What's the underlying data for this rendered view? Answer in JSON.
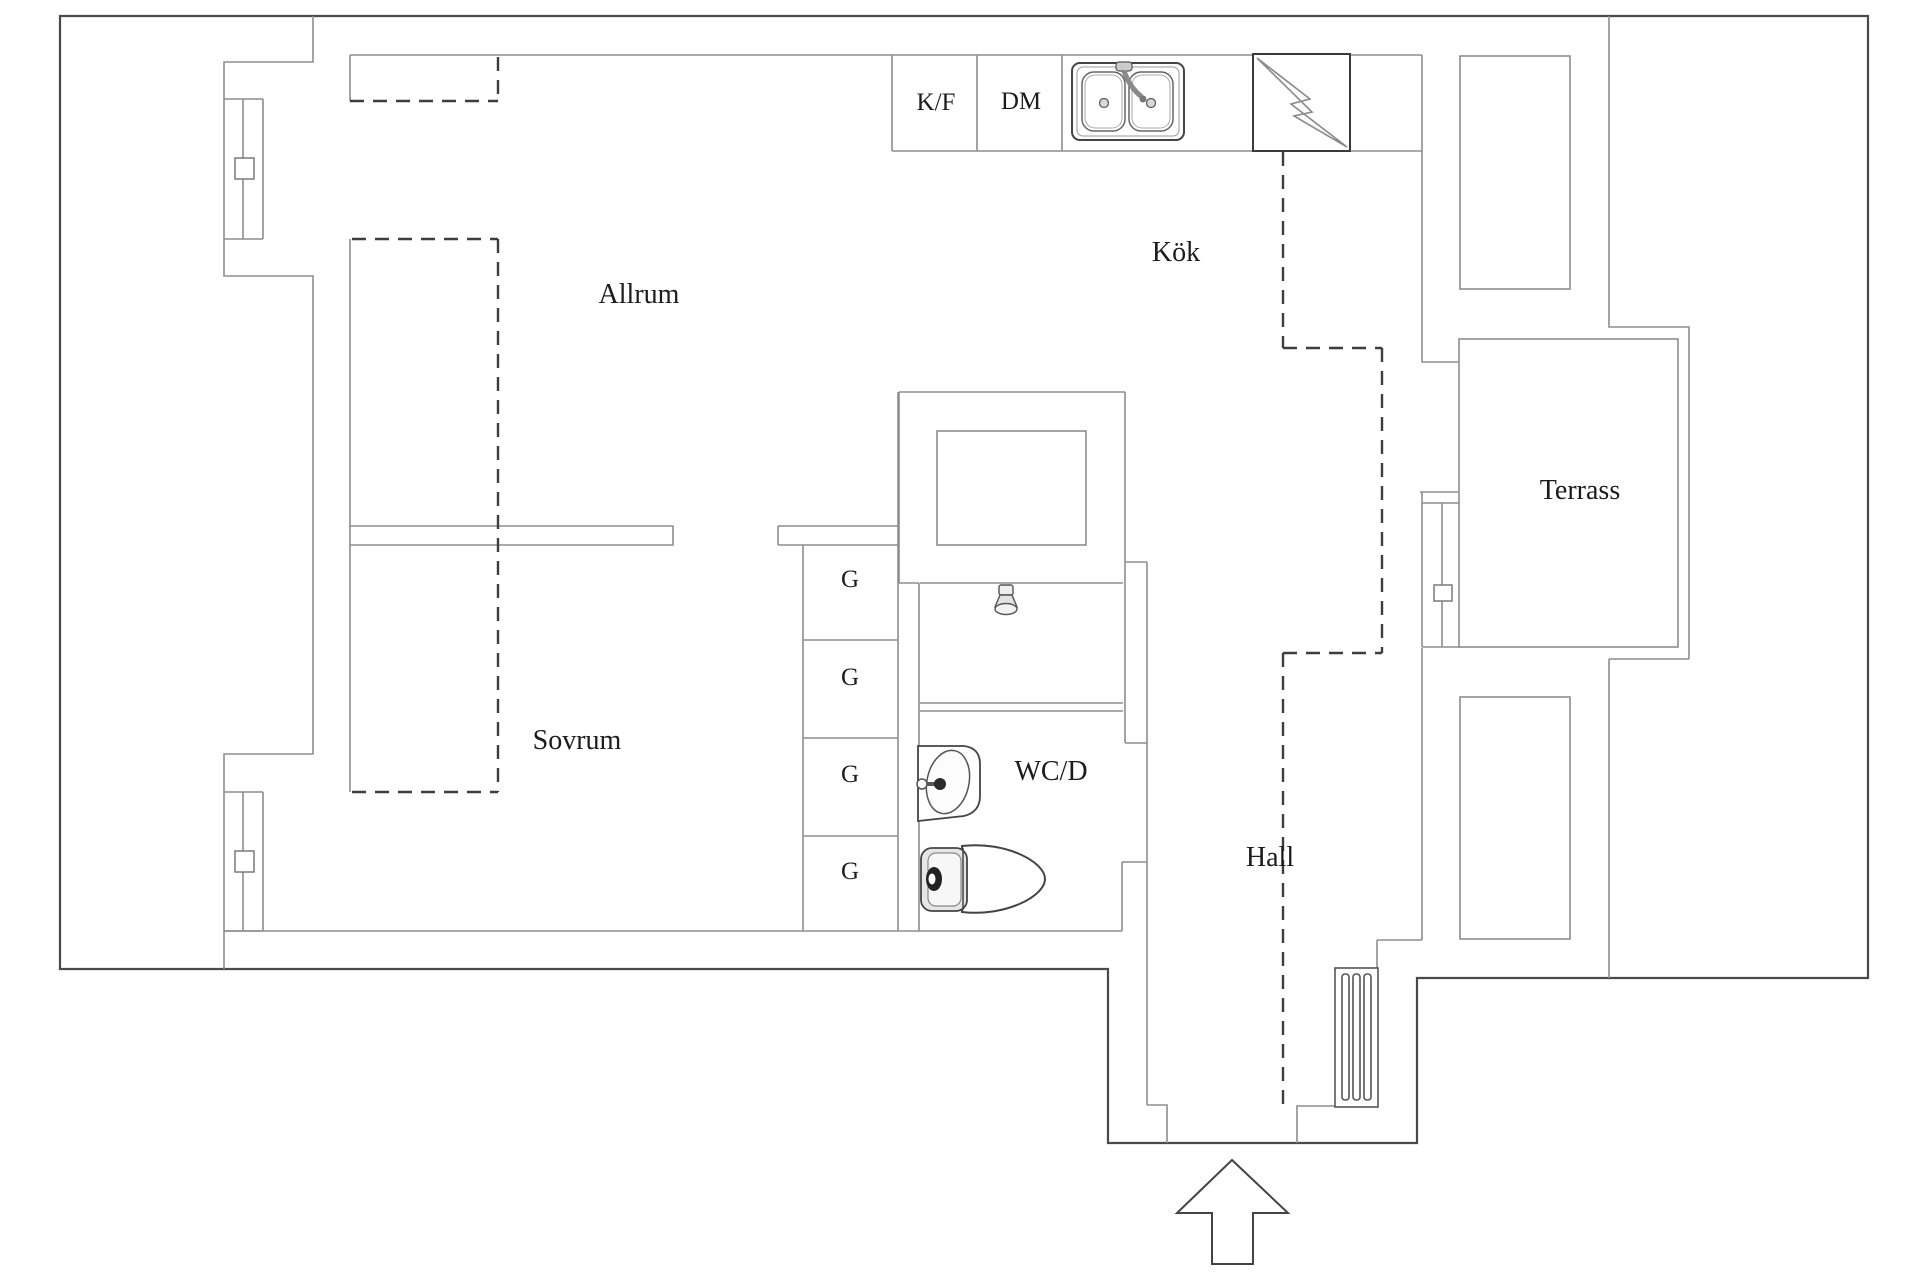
{
  "title": "Apartment floor plan",
  "colors": {
    "background": "#ffffff",
    "outer_wall": "#4a4a4a",
    "inner_wall": "#8e8e8e",
    "dashed_line": "#3e3e3e",
    "text": "#1c1c1c",
    "fixture_stroke": "#4a4a4a",
    "tank_fill": "#e6e6e6"
  },
  "rooms": {
    "allrum": {
      "label": "Allrum"
    },
    "kok": {
      "label": "Kök"
    },
    "sovrum": {
      "label": "Sovrum"
    },
    "terrass": {
      "label": "Terrass"
    },
    "hall": {
      "label": "Hall"
    },
    "wc": {
      "label": "WC/D"
    }
  },
  "kitchen": {
    "fridge_freezer_label": "K/F",
    "dishwasher_label": "DM"
  },
  "wardrobes": {
    "g1": "G",
    "g2": "G",
    "g3": "G",
    "g4": "G"
  },
  "icons": {
    "entrance": "up-arrow-icon",
    "stove": "lightning-icon",
    "kitchen_sink": "double-basin-sink-icon",
    "washing_machine": "appliance-square",
    "shower": "shower-head-icon",
    "wash_basin": "wash-basin-icon",
    "toilet": "toilet-icon",
    "radiator": "radiator-icon",
    "windows": "window-icon"
  }
}
